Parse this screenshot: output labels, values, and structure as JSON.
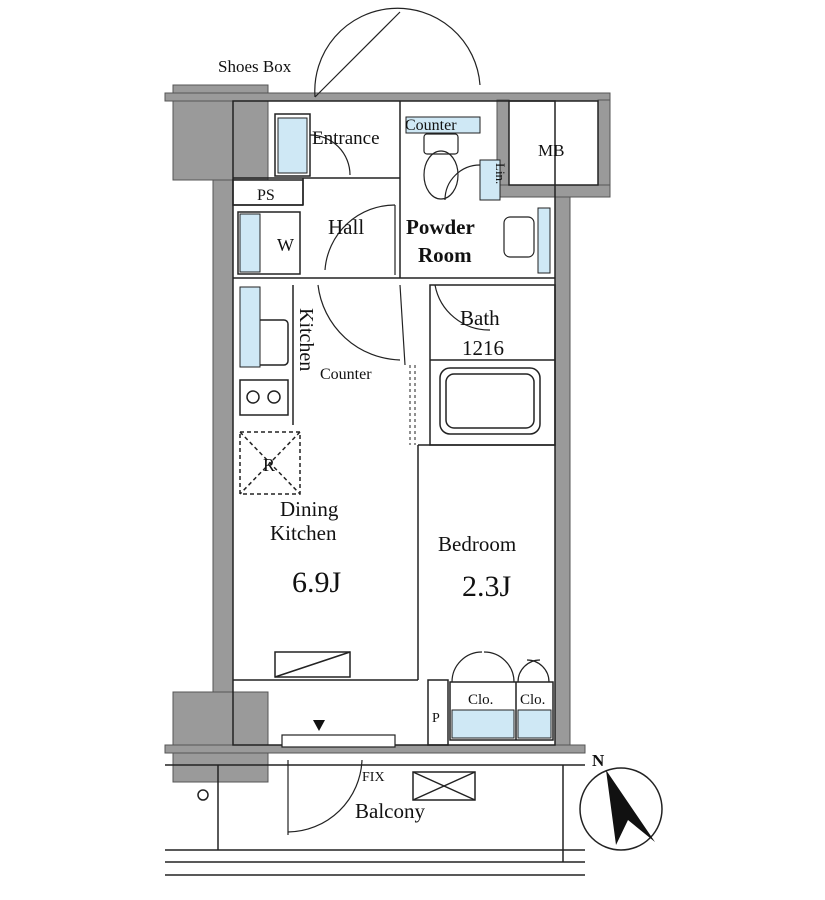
{
  "labels": {
    "shoes_box": "Shoes Box",
    "entrance": "Entrance",
    "counter_top": "Counter",
    "mb": "MB",
    "lin": "Lin.",
    "ps": "PS",
    "hall": "Hall",
    "powder_room_1": "Powder",
    "powder_room_2": "Room",
    "w": "W",
    "bath": "Bath",
    "bath_size": "1216",
    "kitchen": "Kitchen",
    "counter_kitchen": "Counter",
    "r": "R",
    "dining_kitchen_1": "Dining",
    "dining_kitchen_2": "Kitchen",
    "dining_size": "6.9J",
    "bedroom": "Bedroom",
    "bedroom_size": "2.3J",
    "clo1": "Clo.",
    "clo2": "Clo.",
    "p": "P",
    "fix": "FIX",
    "balcony": "Balcony",
    "north": "N"
  },
  "colors": {
    "wall": "#9a9a9a",
    "line": "#222222",
    "fixture_blue": "#cfe8f5"
  }
}
